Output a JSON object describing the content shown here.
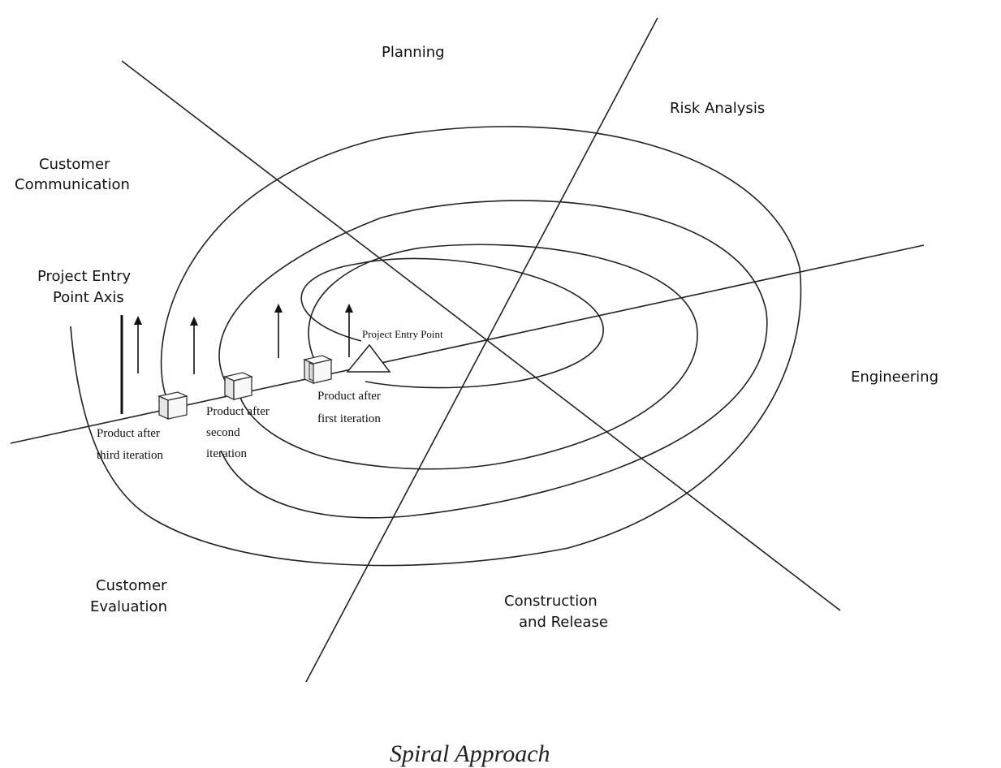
{
  "quadrants": {
    "planning": "Planning",
    "risk_analysis": "Risk Analysis",
    "customer_communication": [
      "Customer",
      "Communication"
    ],
    "engineering": "Engineering",
    "customer_evaluation": [
      "Customer",
      "Evaluation"
    ],
    "construction_release": [
      "Construction",
      "and Release"
    ]
  },
  "axis_label": [
    "Project Entry",
    "Point Axis"
  ],
  "entry_point": "Project Entry Point",
  "products": {
    "first": [
      "Product after",
      "first iteration"
    ],
    "second": [
      "Product after",
      "second",
      "iteration"
    ],
    "third": [
      "Product after",
      "third iteration"
    ]
  },
  "caption": "Spiral Approach"
}
